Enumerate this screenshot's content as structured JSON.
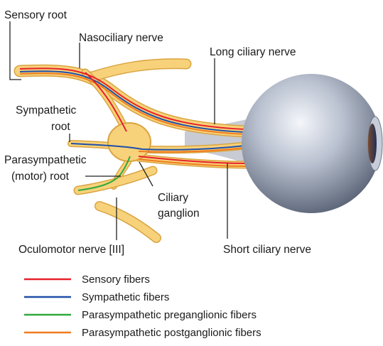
{
  "labels": {
    "sensory_root": "Sensory root",
    "nasociliary_nerve": "Nasociliary nerve",
    "long_ciliary_nerve": "Long ciliary nerve",
    "sympathetic_root_line1": "Sympathetic",
    "sympathetic_root_line2": "root",
    "parasympathetic_root_line1": "Parasympathetic",
    "parasympathetic_root_line2": "(motor) root",
    "ciliary_ganglion_line1": "Ciliary",
    "ciliary_ganglion_line2": "ganglion",
    "oculomotor_nerve": "Oculomotor nerve [III]",
    "short_ciliary_nerve": "Short ciliary nerve"
  },
  "legend": [
    {
      "label": "Sensory fibers",
      "color": "#e8202a"
    },
    {
      "label": "Sympathetic fibers",
      "color": "#1f4fa8"
    },
    {
      "label": "Parasympathetic preganglionic fibers",
      "color": "#2faa3c"
    },
    {
      "label": "Parasympathetic postganglionic fibers",
      "color": "#f07b1e"
    }
  ],
  "colors": {
    "nerve_fill": "#f7d27a",
    "nerve_edge": "#d9a441",
    "eyeball": "#9aa3b5",
    "iris": "#2a3e6e"
  }
}
